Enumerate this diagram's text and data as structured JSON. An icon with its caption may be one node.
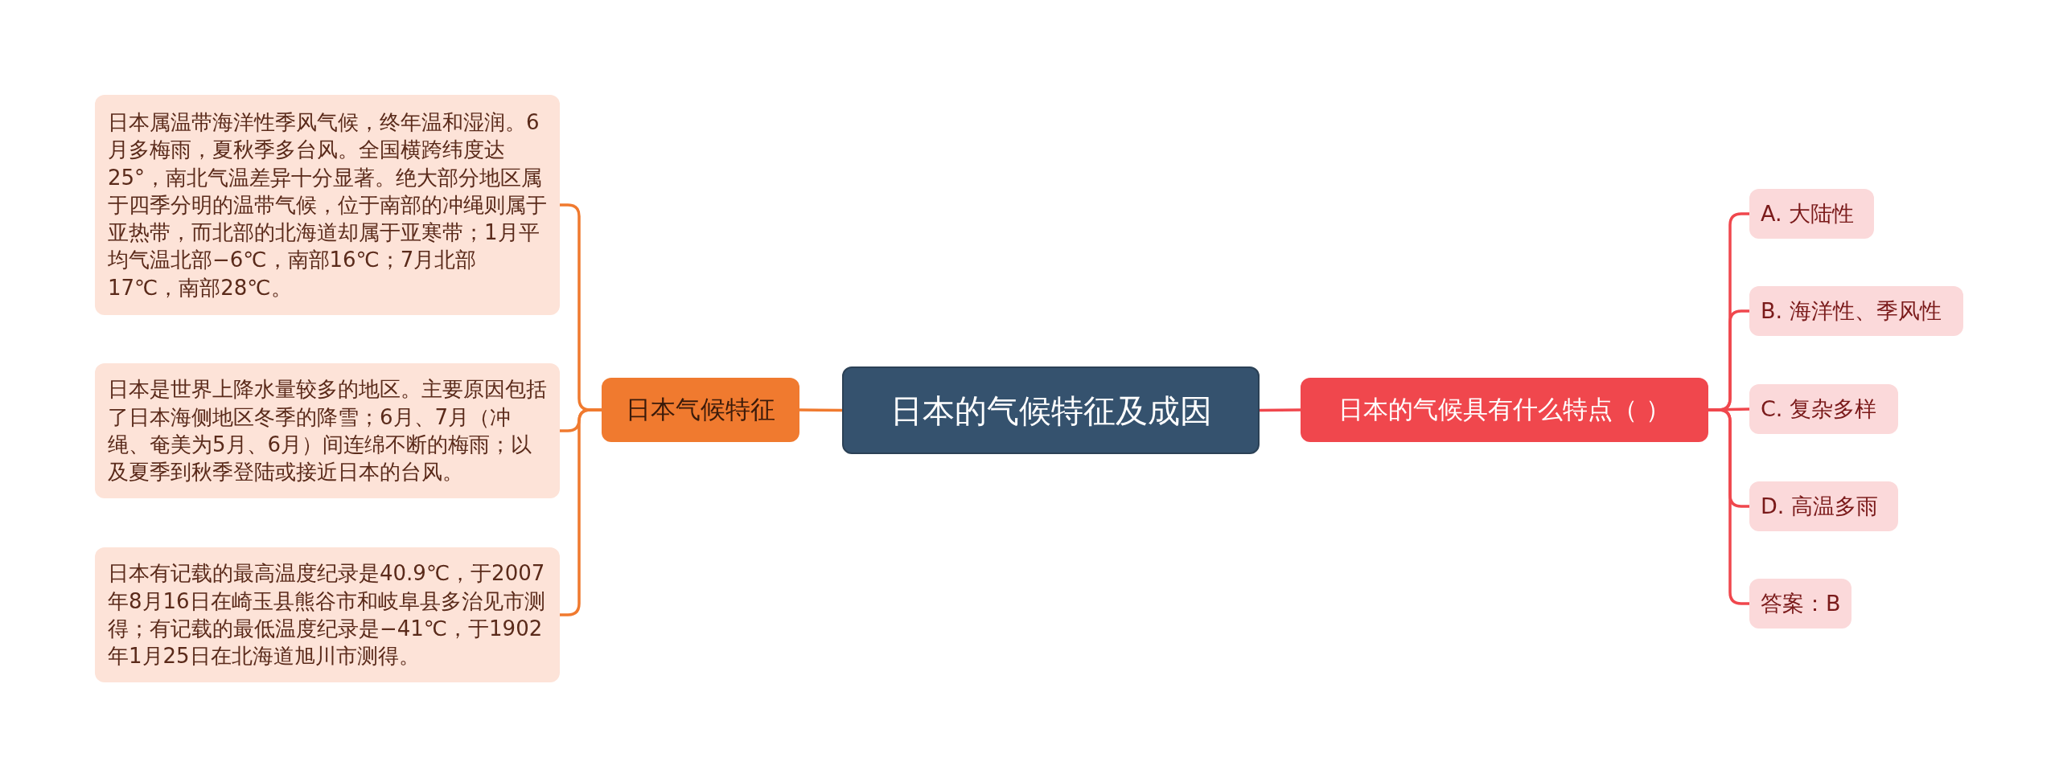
{
  "diagram": {
    "nodes": [
      {
        "text": [
          "日本的气候特征及成因"
        ]
      },
      {
        "text": [
          "日本气候特征"
        ]
      },
      {
        "text": [
          "日本属温带海洋性季风气候，终年温和湿润。6月多梅雨，夏秋季多台风。全国横跨纬度达25°，南北气温差异十分显著。绝大部分地区属于四季分明的温带气候，位于南部的冲绳则属于亚热带，而北部的北海道却属于亚寒带；1月平均气温北部−6℃，南部16℃；7月北部17℃，南部28℃。"
        ]
      },
      {
        "text": [
          "日本是世界上降水量较多的地区。主要原因包括了日本海侧地区冬季的降雪；6月、7月（冲绳、奄美为5月、6月）间连绵不断的梅雨；以及夏季到秋季登陆或接近日本的台风。"
        ]
      },
      {
        "text": [
          "日本有记载的最高温度纪录是40.9℃，于2007年8月16日在崎玉县熊谷市和岐阜县多治见市测得；有记载的最低温度纪录是−41℃，于1902年1月25日在北海道旭川市测得。"
        ]
      },
      {
        "text": [
          "日本的气候具有什么特点（ ）"
        ]
      },
      {
        "text": [
          "A.  大陆性"
        ]
      },
      {
        "text": [
          "B.  海洋性、季风性"
        ]
      },
      {
        "text": [
          "C.  复杂多样"
        ]
      },
      {
        "text": [
          "D.  高温多雨"
        ]
      },
      {
        "text": [
          "答案：B"
        ]
      }
    ],
    "edges": [
      {
        "from": 0,
        "to": 1,
        "arrow": "none"
      },
      {
        "from": 1,
        "to": 2,
        "arrow": "none"
      },
      {
        "from": 1,
        "to": 3,
        "arrow": "none"
      },
      {
        "from": 1,
        "to": 4,
        "arrow": "none"
      },
      {
        "from": 0,
        "to": 5,
        "arrow": "none",
        "color": "#f0474d"
      },
      {
        "from": 5,
        "to": 6,
        "arrow": "none",
        "color": "#f0474d"
      },
      {
        "from": 5,
        "to": 7,
        "arrow": "none",
        "color": "#f0474d"
      },
      {
        "from": 5,
        "to": 8,
        "arrow": "none",
        "color": "#f0474d"
      },
      {
        "from": 5,
        "to": 9,
        "arrow": "none",
        "color": "#f0474d"
      },
      {
        "from": 5,
        "to": 10,
        "arrow": "none",
        "color": "#f0474d"
      }
    ]
  }
}
